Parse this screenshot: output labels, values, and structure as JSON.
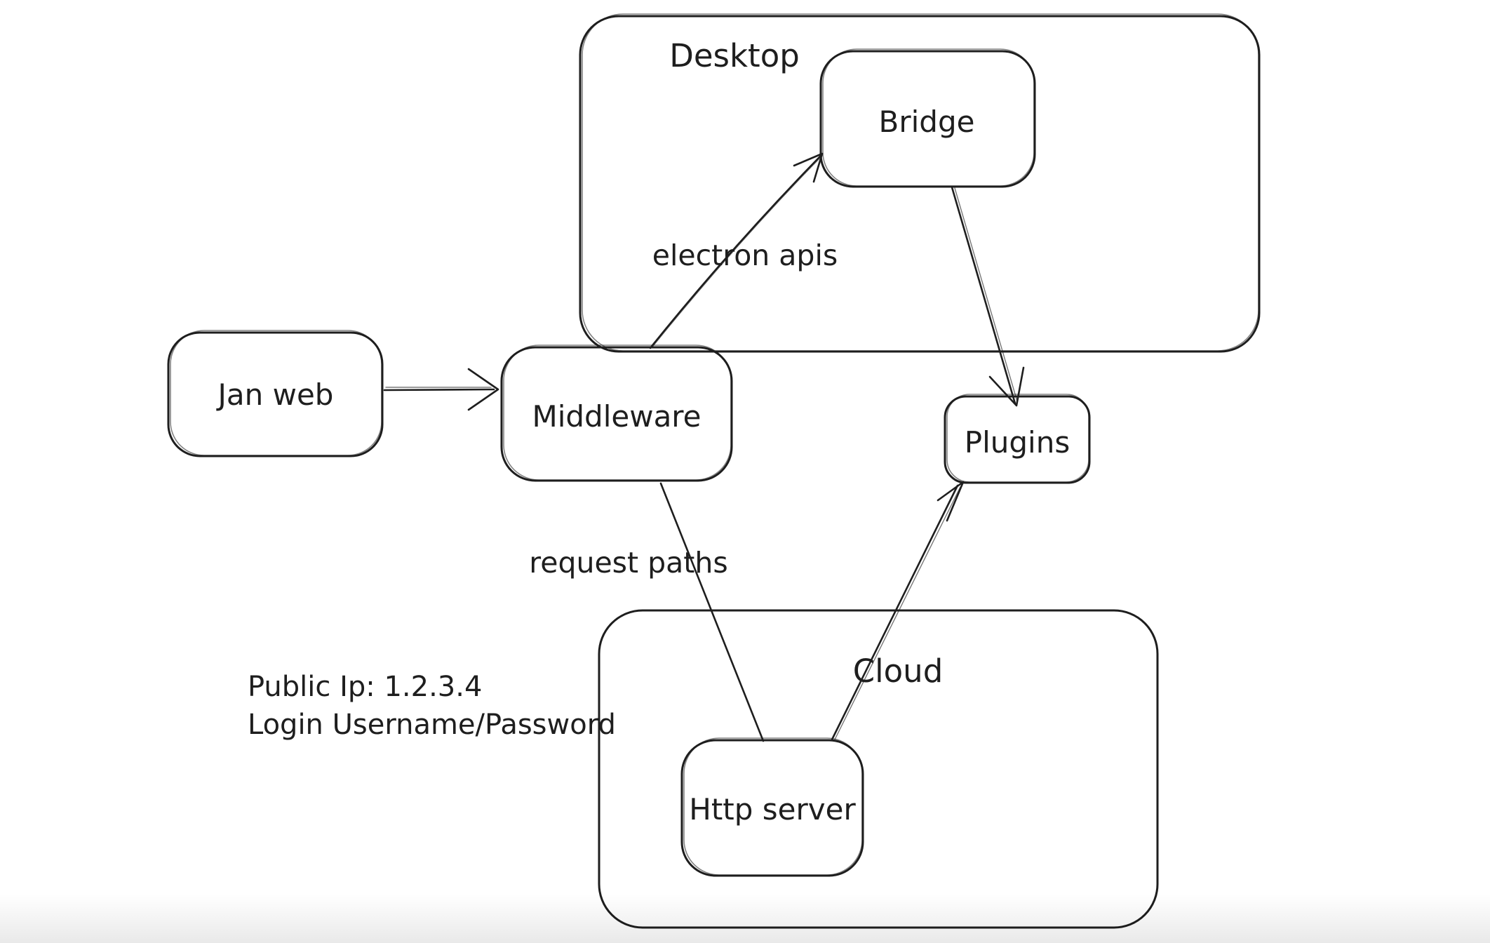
{
  "diagram": {
    "type": "flowchart",
    "style": "hand-drawn",
    "colors": {
      "stroke": "#1e1e1e",
      "background": "#ffffff"
    },
    "containers": [
      {
        "id": "desktop",
        "label": "Desktop",
        "contains": [
          "bridge"
        ]
      },
      {
        "id": "cloud",
        "label": "Cloud",
        "contains": [
          "http-server"
        ]
      }
    ],
    "nodes": [
      {
        "id": "jan-web",
        "label": "Jan web"
      },
      {
        "id": "middleware",
        "label": "Middleware"
      },
      {
        "id": "bridge",
        "label": "Bridge"
      },
      {
        "id": "plugins",
        "label": "Plugins"
      },
      {
        "id": "http-server",
        "label": "Http server"
      }
    ],
    "edges": [
      {
        "from": "jan-web",
        "to": "middleware",
        "label": "",
        "arrowhead": true
      },
      {
        "from": "middleware",
        "to": "bridge",
        "label": "electron apis",
        "arrowhead": true
      },
      {
        "from": "bridge",
        "to": "plugins",
        "label": "",
        "arrowhead": true
      },
      {
        "from": "middleware",
        "to": "http-server",
        "label": "request paths",
        "arrowhead": false
      },
      {
        "from": "http-server",
        "to": "plugins",
        "label": "",
        "arrowhead": true
      }
    ],
    "annotation": {
      "line1": "Public Ip: 1.2.3.4",
      "line2": "Login Username/Password"
    }
  }
}
